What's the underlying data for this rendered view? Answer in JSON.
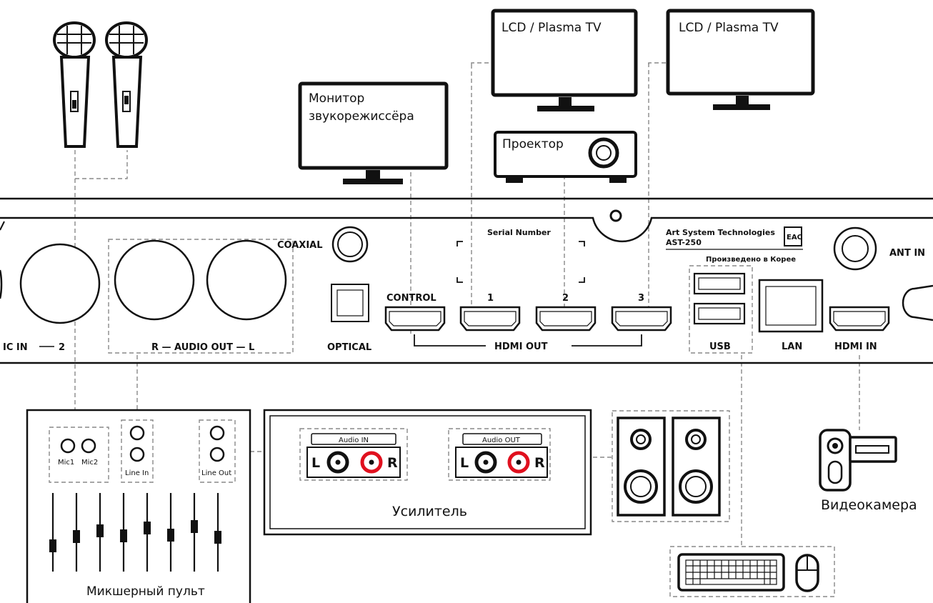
{
  "devices": {
    "tv1": "LCD / Plasma TV",
    "tv2": "LCD / Plasma TV",
    "monitor_line1": "Монитор",
    "monitor_line2": "звукорежиссёра",
    "projector": "Проектор",
    "amplifier": "Усилитель",
    "mixer": "Микшерный пульт",
    "camcorder": "Видеокамера"
  },
  "panel": {
    "mic_in": "IC IN",
    "mic_num": "2",
    "audio_out": "R — AUDIO OUT — L",
    "coaxial": "COAXIAL",
    "optical": "OPTICAL",
    "serial": "Serial Number",
    "control": "CONTROL",
    "hdmi1": "1",
    "hdmi2": "2",
    "hdmi3": "3",
    "hdmi_out": "HDMI OUT",
    "brand": "Art System Technologies",
    "model": "AST-250",
    "made_in": "Произведено в Корее",
    "eac": "EAC",
    "usb": "USB",
    "lan": "LAN",
    "hdmi_in": "HDMI IN",
    "ant_in": "ANT IN"
  },
  "mixer": {
    "mic1": "Mic1",
    "mic2": "Mic2",
    "line_in": "Line In",
    "line_out": "Line Out"
  },
  "amplifier": {
    "audio_in": "Audio IN",
    "audio_out": "Audio OUT",
    "left": "L",
    "right": "R"
  },
  "colors": {
    "ink": "#111111",
    "dashed": "#888888",
    "rca_red": "#e0101e",
    "background": "#ffffff"
  }
}
